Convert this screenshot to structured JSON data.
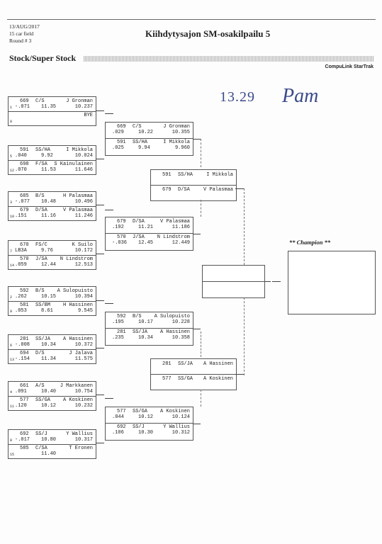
{
  "header": {
    "date": "13/AUG/2017",
    "field": "15 car field",
    "round": "Round # 3",
    "title": "Kiihdytysajon SM-osakilpailu 5",
    "class": "Stock/Super Stock",
    "brand": "CompuLink StarTrak",
    "handwritten_time": "13.29",
    "handwritten_sig": "Pam"
  },
  "round1": [
    {
      "top": {
        "car": "669",
        "cls": "C/S",
        "name": "J Gronman",
        "lane": "1",
        "rt": "-.071",
        "et": "11.35",
        "mph": "10.237"
      },
      "bot": {
        "car": "",
        "cls": "",
        "name": "BYE",
        "lane": "0",
        "rt": "",
        "et": "",
        "mph": ""
      }
    },
    {
      "top": {
        "car": "591",
        "cls": "SS/HA",
        "name": "I Mikkola",
        "lane": "5",
        "rt": ".040",
        "et": "9.92",
        "mph": "10.024"
      },
      "bot": {
        "car": "698",
        "cls": "F/SA",
        "name": "S Kainulainen",
        "lane": "12",
        "rt": ".070",
        "et": "11.53",
        "mph": "11.646"
      }
    },
    {
      "top": {
        "car": "685",
        "cls": "B/S",
        "name": "H Palasmaa",
        "lane": "3",
        "rt": "-.077",
        "et": "10.48",
        "mph": "10.496"
      },
      "bot": {
        "car": "679",
        "cls": "D/SA",
        "name": "V Palasmaa",
        "lane": "10",
        "rt": ".151",
        "et": "11.16",
        "mph": "11.246"
      }
    },
    {
      "top": {
        "car": "670",
        "cls": "FS/C",
        "name": "K Suilo",
        "lane": "7",
        "rt": "LB3A",
        "et": "9.76",
        "mph": "10.172"
      },
      "bot": {
        "car": "570",
        "cls": "J/SA",
        "name": "N Lindstrom",
        "lane": "14",
        "rt": ".059",
        "et": "12.44",
        "mph": "12.513"
      }
    },
    {
      "top": {
        "car": "592",
        "cls": "B/S",
        "name": "A Sulopuisto",
        "lane": "2",
        "rt": ".262",
        "et": "10.15",
        "mph": "10.394"
      },
      "bot": {
        "car": "581",
        "cls": "SS/BM",
        "name": "H Hassinen",
        "lane": "9",
        "rt": ".053",
        "et": "8.61",
        "mph": "9.545"
      }
    },
    {
      "top": {
        "car": "281",
        "cls": "SS/JA",
        "name": "A Hassinen",
        "lane": "6",
        "rt": "-.008",
        "et": "10.34",
        "mph": "10.372"
      },
      "bot": {
        "car": "694",
        "cls": "D/S",
        "name": "J Jalava",
        "lane": "13",
        "rt": "-.154",
        "et": "11.34",
        "mph": "11.575"
      }
    },
    {
      "top": {
        "car": "661",
        "cls": "A/S",
        "name": "J Markkanen",
        "lane": "4",
        "rt": ".091",
        "et": "10.40",
        "mph": "10.754"
      },
      "bot": {
        "car": "577",
        "cls": "SS/GA",
        "name": "A Koskinen",
        "lane": "11",
        "rt": ".120",
        "et": "10.12",
        "mph": "10.232"
      }
    },
    {
      "top": {
        "car": "692",
        "cls": "SS/J",
        "name": "Y Wallius",
        "lane": "8",
        "rt": "-.017",
        "et": "10.80",
        "mph": "10.317"
      },
      "bot": {
        "car": "585",
        "cls": "C/SA",
        "name": "T Eronen",
        "lane": "15",
        "rt": "",
        "et": "11.40",
        "mph": ""
      }
    }
  ],
  "round2": [
    {
      "top": {
        "car": "669",
        "cls": "C/S",
        "name": "J Gronman",
        "rt": ".029",
        "et": "10.22",
        "mph": "10.355"
      },
      "bot": {
        "car": "591",
        "cls": "SS/HA",
        "name": "I Mikkola",
        "rt": ".025",
        "et": "9.94",
        "mph": "9.960"
      }
    },
    {
      "top": {
        "car": "679",
        "cls": "D/SA",
        "name": "V Palasmaa",
        "rt": ".192",
        "et": "11.21",
        "mph": "11.186"
      },
      "bot": {
        "car": "570",
        "cls": "J/SA",
        "name": "N Lindstrom",
        "rt": "-.036",
        "et": "12.45",
        "mph": "12.449"
      }
    },
    {
      "top": {
        "car": "592",
        "cls": "B/S",
        "name": "A Sulopuisto",
        "rt": ".195",
        "et": "10.17",
        "mph": "10.228"
      },
      "bot": {
        "car": "281",
        "cls": "SS/JA",
        "name": "A Hassinen",
        "rt": ".235",
        "et": "10.34",
        "mph": "10.358"
      }
    },
    {
      "top": {
        "car": "577",
        "cls": "SS/GA",
        "name": "A Koskinen",
        "rt": ".044",
        "et": "10.12",
        "mph": "10.124"
      },
      "bot": {
        "car": "692",
        "cls": "SS/J",
        "name": "Y Wallius",
        "rt": ".106",
        "et": "10.30",
        "mph": "10.312"
      }
    }
  ],
  "round3": [
    {
      "top": {
        "car": "591",
        "cls": "SS/HA",
        "name": "I Mikkola"
      },
      "bot": {
        "car": "679",
        "cls": "D/SA",
        "name": "V Palasmaa"
      }
    },
    {
      "top": {
        "car": "281",
        "cls": "SS/JA",
        "name": "A Hassinen"
      },
      "bot": {
        "car": "577",
        "cls": "SS/GA",
        "name": "A Koskinen"
      }
    }
  ],
  "champion_label": "** Champion **"
}
